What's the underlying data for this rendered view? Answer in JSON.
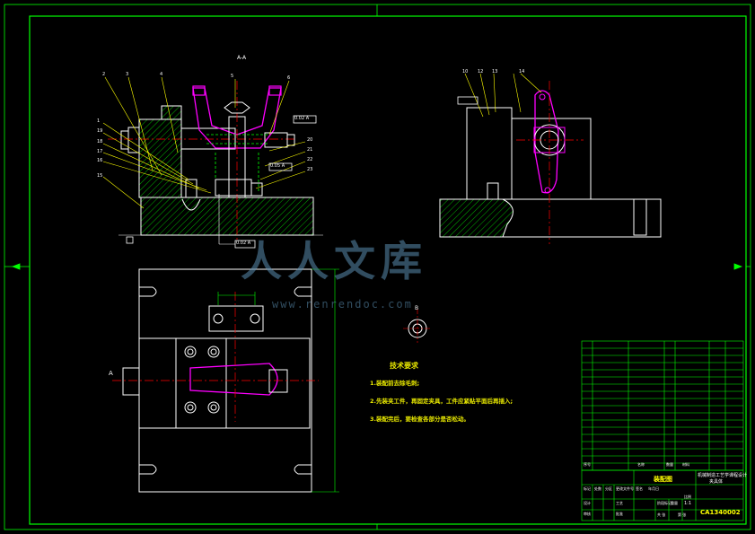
{
  "drawing": {
    "section_label": "A-A",
    "view_arrow_label": "A",
    "detail_label": "B",
    "balloons_left": [
      "2",
      "3",
      "4",
      "5",
      "6",
      "1",
      "19",
      "18",
      "17",
      "16",
      "15",
      "20",
      "21",
      "22",
      "23"
    ],
    "balloons_right": [
      "10",
      "12",
      "13",
      "14"
    ],
    "tolerance_frames": [
      "0.02 A",
      "0.05 A",
      "0.02 A"
    ],
    "datum_labels": [
      "A",
      "A"
    ]
  },
  "technical_requirements": {
    "title": "技术要求",
    "items": [
      "1.装配前去除毛刺;",
      "2.先装夹工件，再固定夹具，工件应紧贴平面后再插入;",
      "3.装配完后，要检查各部分是否松动。"
    ]
  },
  "watermark": {
    "text": "人人文库",
    "url": "www.renrendoc.com"
  },
  "title_block": {
    "assembly_title": "装配图",
    "product_name": "机械制造工艺学课程设计",
    "product_sub": "夹具体",
    "drawing_number": "CA1340002",
    "labels": [
      "序号",
      "名称",
      "数量",
      "材料",
      "标记",
      "处数",
      "分区",
      "更改文件号",
      "签名",
      "年月日",
      "设计",
      "审核",
      "工艺",
      "批准",
      "阶段标记",
      "重量",
      "比例",
      "共 张",
      "第 张"
    ],
    "scale": "1:1"
  },
  "colors": {
    "frame": "#00ff00",
    "outline": "#ffffff",
    "magenta": "#ff00ff",
    "yellow": "#ffff00",
    "red": "#ff0000",
    "cyan": "#00ffff",
    "green": "#00ff00"
  }
}
